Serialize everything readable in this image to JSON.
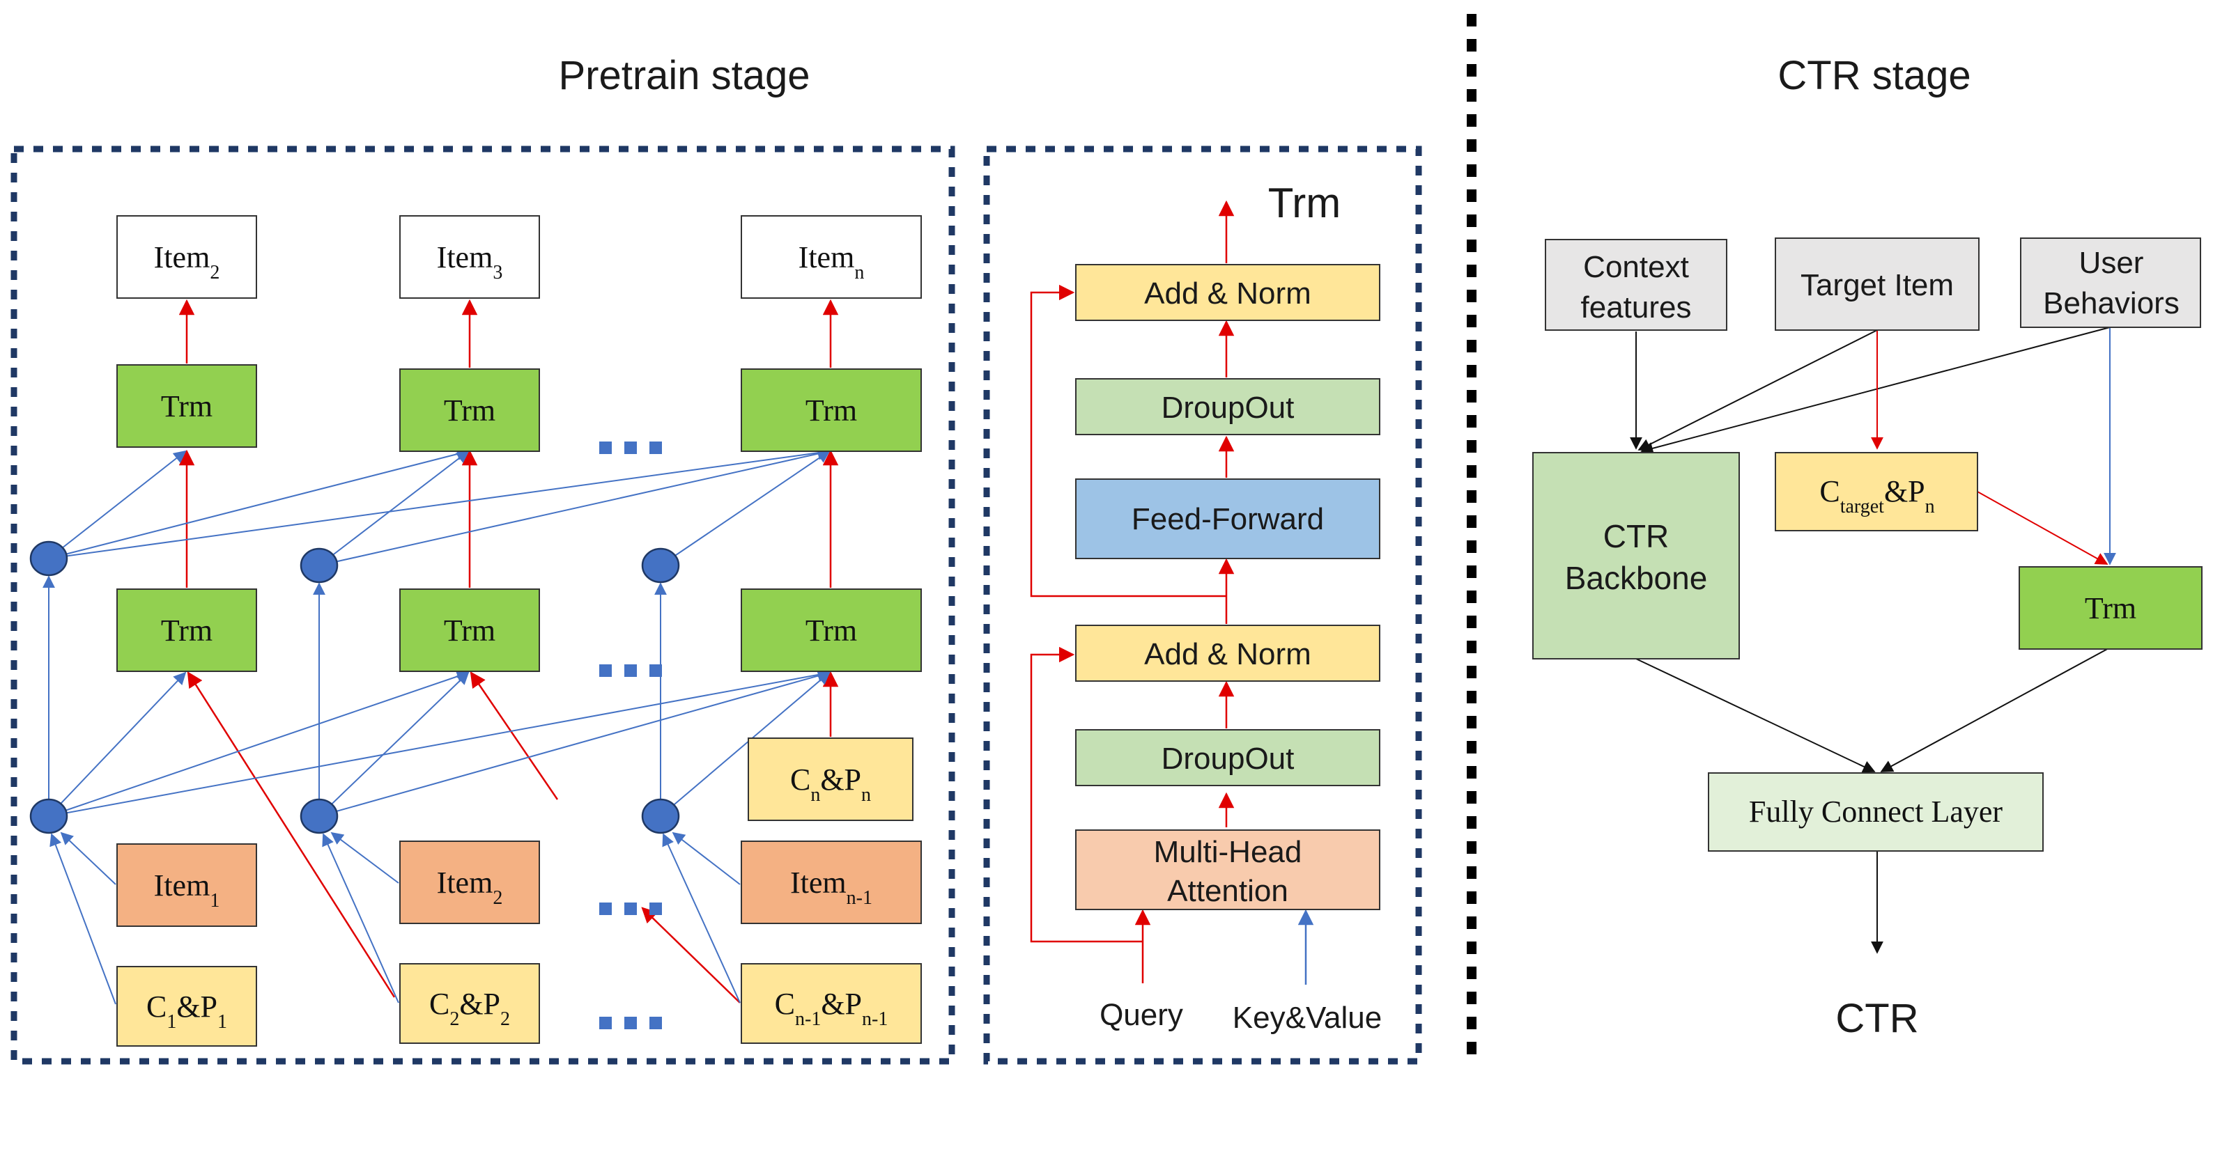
{
  "pretrain": {
    "title": "Pretrain stage",
    "items_top": [
      {
        "base": "Item",
        "sub": "2"
      },
      {
        "base": "Item",
        "sub": "3"
      },
      {
        "base": "Item",
        "sub": "n"
      }
    ],
    "trm_label": "Trm",
    "items_bottom": [
      {
        "base": "Item",
        "sub": "1"
      },
      {
        "base": "Item",
        "sub": "2"
      },
      {
        "base": "Item",
        "sub": "n-1"
      }
    ],
    "cp_boxes": [
      {
        "a": "C",
        "asub": "1",
        "mid": "&P",
        "bsub": "1"
      },
      {
        "a": "C",
        "asub": "2",
        "mid": "&P",
        "bsub": "2"
      },
      {
        "a": "C",
        "asub": "n-1",
        "mid": "&P",
        "bsub": "n-1"
      }
    ],
    "cp_n": {
      "a": "C",
      "asub": "n",
      "mid": "&P",
      "bsub": "n"
    }
  },
  "trm_block": {
    "title": "Trm",
    "add_norm": "Add & Norm",
    "dropout": "DroupOut",
    "feed_forward": "Feed-Forward",
    "attention_line1": "Multi-Head",
    "attention_line2": "Attention",
    "query": "Query",
    "key_value": "Key&Value"
  },
  "ctr": {
    "title": "CTR stage",
    "context_line1": "Context",
    "context_line2": "features",
    "target_item": "Target Item",
    "user_line1": "User",
    "user_line2": "Behaviors",
    "ctarget": {
      "a": "C",
      "asub": "target",
      "mid": "&P",
      "bsub": "n"
    },
    "backbone_line1": "CTR",
    "backbone_line2": "Backbone",
    "trm": "Trm",
    "fc_layer": "Fully Connect Layer",
    "output": "CTR"
  },
  "colors": {
    "green_dark": "#92d050",
    "green_light": "#c5e0b4",
    "green_pale": "#e2f0d9",
    "yellow": "#ffe699",
    "orange": "#f4b183",
    "peach": "#f8cbad",
    "blue_box": "#9dc3e6",
    "grey": "#e7e6e6",
    "node_blue": "#4472c4",
    "arrow_red": "#e00000",
    "arrow_blue": "#4472c4"
  }
}
